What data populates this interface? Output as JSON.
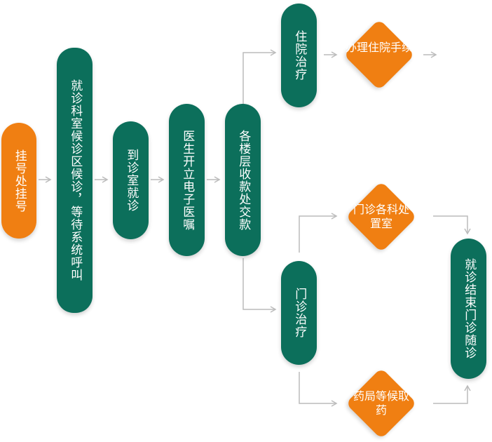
{
  "steps": {
    "register": "挂号处挂号",
    "wait": "就诊科室候诊区候诊，等待系统呼叫",
    "visit_room": "到诊室就诊",
    "prescription": "医生开立电子医嘱",
    "payment": "各楼层收款处交款",
    "inpatient": "住院治疗",
    "admission": "办理住院手续",
    "outpatient": "门诊治疗",
    "dept_treatment": "门诊各科处置室",
    "pharmacy": "药局等候取药",
    "end": "就诊结束门诊随诊"
  },
  "colors": {
    "green": "#0c6f5b",
    "orange": "#f07f12",
    "arrow": "#bcbcbc"
  }
}
